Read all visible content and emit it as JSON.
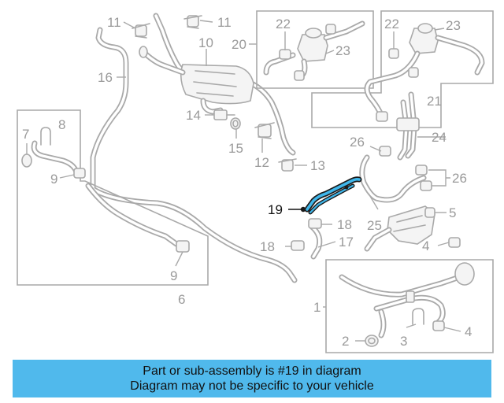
{
  "diagram": {
    "highlight_color": "#3fb6ea",
    "label_color": "#9a9a9a",
    "labels": {
      "l11a": "11",
      "l11b": "11",
      "l10": "10",
      "l16": "16",
      "l14": "14",
      "l15": "15",
      "l12": "12",
      "l13": "13",
      "l7": "7",
      "l8": "8",
      "l9a": "9",
      "l9b": "9",
      "l6": "6",
      "l20": "20",
      "l22a": "22",
      "l23a": "23",
      "l22b": "22",
      "l23b": "23",
      "l21": "21",
      "l24": "24",
      "l26a": "26",
      "l26b": "26",
      "l19": "19",
      "l18a": "18",
      "l18b": "18",
      "l17": "17",
      "l25": "25",
      "l5": "5",
      "l4a": "4",
      "l1": "1",
      "l2": "2",
      "l3": "3",
      "l4b": "4"
    }
  },
  "banner": {
    "background": "#50b9ec",
    "line1": "Part or sub-assembly is #19 in diagram",
    "line2": "Diagram may not be specific to your vehicle"
  }
}
